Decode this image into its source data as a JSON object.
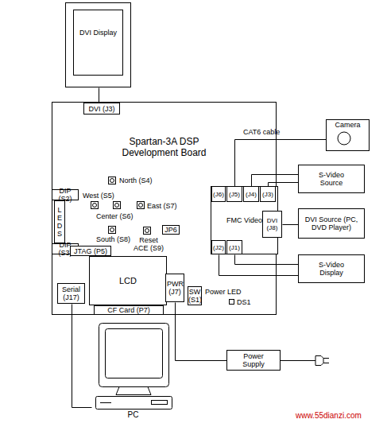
{
  "diagram": {
    "nodes": [
      {
        "text": [
          "DVI Display"
        ]
      },
      {
        "text": [
          "Spartan-3A DSP Development Board"
        ]
      },
      {
        "text": [
          "DVI (J3)"
        ],
        "in": 1
      },
      {
        "text": [
          "DIP (S2)"
        ],
        "in": 1
      },
      {
        "text": [
          "LEDS"
        ],
        "in": 1
      },
      {
        "text": [
          "DIP (S3)"
        ],
        "in": 1
      },
      {
        "text": [
          "JP6"
        ],
        "in": 1
      },
      {
        "text": [
          "JTAG (P5)"
        ],
        "in": 1
      },
      {
        "text": [
          "FMC Video"
        ],
        "in": 1
      },
      {
        "text": [
          "(J6)"
        ],
        "in": 8
      },
      {
        "text": [
          "(J5)"
        ],
        "in": 8
      },
      {
        "text": [
          "(J4)"
        ],
        "in": 8
      },
      {
        "text": [
          "(J3)"
        ],
        "in": 8
      },
      {
        "text": [
          "DVI (J8)"
        ],
        "in": 8
      },
      {
        "text": [
          "(J2)"
        ],
        "in": 8
      },
      {
        "text": [
          "(J1)"
        ],
        "in": 8
      },
      {
        "text": [
          "LCD"
        ],
        "in": 1
      },
      {
        "text": [
          "Serial (J17)"
        ],
        "in": 1
      },
      {
        "text": [
          "CF Card (P7)"
        ],
        "in": 1
      },
      {
        "text": [
          "PWR (J7)"
        ],
        "in": 1
      },
      {
        "text": [
          "SW (S1)"
        ],
        "in": 1
      },
      {
        "text": [
          "Camera"
        ]
      },
      {
        "text": [
          "S-Video Source"
        ]
      },
      {
        "text": [
          "DVI Source (PC, DVD Player)"
        ]
      },
      {
        "text": [
          "S-Video Display"
        ]
      },
      {
        "text": [
          "Power Supply"
        ]
      },
      {
        "text": [
          "PC"
        ]
      }
    ],
    "edges": [
      {
        "from": 0,
        "to": 2,
        "arrow": "none"
      },
      {
        "from": 21,
        "to": 10,
        "label": "CAT6 cable",
        "arrow": "none"
      },
      {
        "from": 11,
        "to": 22,
        "arrow": "none"
      },
      {
        "from": 12,
        "to": 22,
        "arrow": "none"
      },
      {
        "from": 13,
        "to": 23,
        "arrow": "none"
      },
      {
        "from": 14,
        "to": 24,
        "arrow": "none"
      },
      {
        "from": 15,
        "to": 24,
        "arrow": "none"
      },
      {
        "from": 19,
        "to": 25,
        "arrow": "none"
      },
      {
        "from": 17,
        "to": 26,
        "arrow": "none"
      }
    ],
    "labels": [
      "North (S4)",
      "West (S5)",
      "East (S7)",
      "Center (S6)",
      "South (S8)",
      "Reset ACE (S9)",
      "Power LED",
      "DS1",
      "www.55dianzi.com"
    ]
  }
}
